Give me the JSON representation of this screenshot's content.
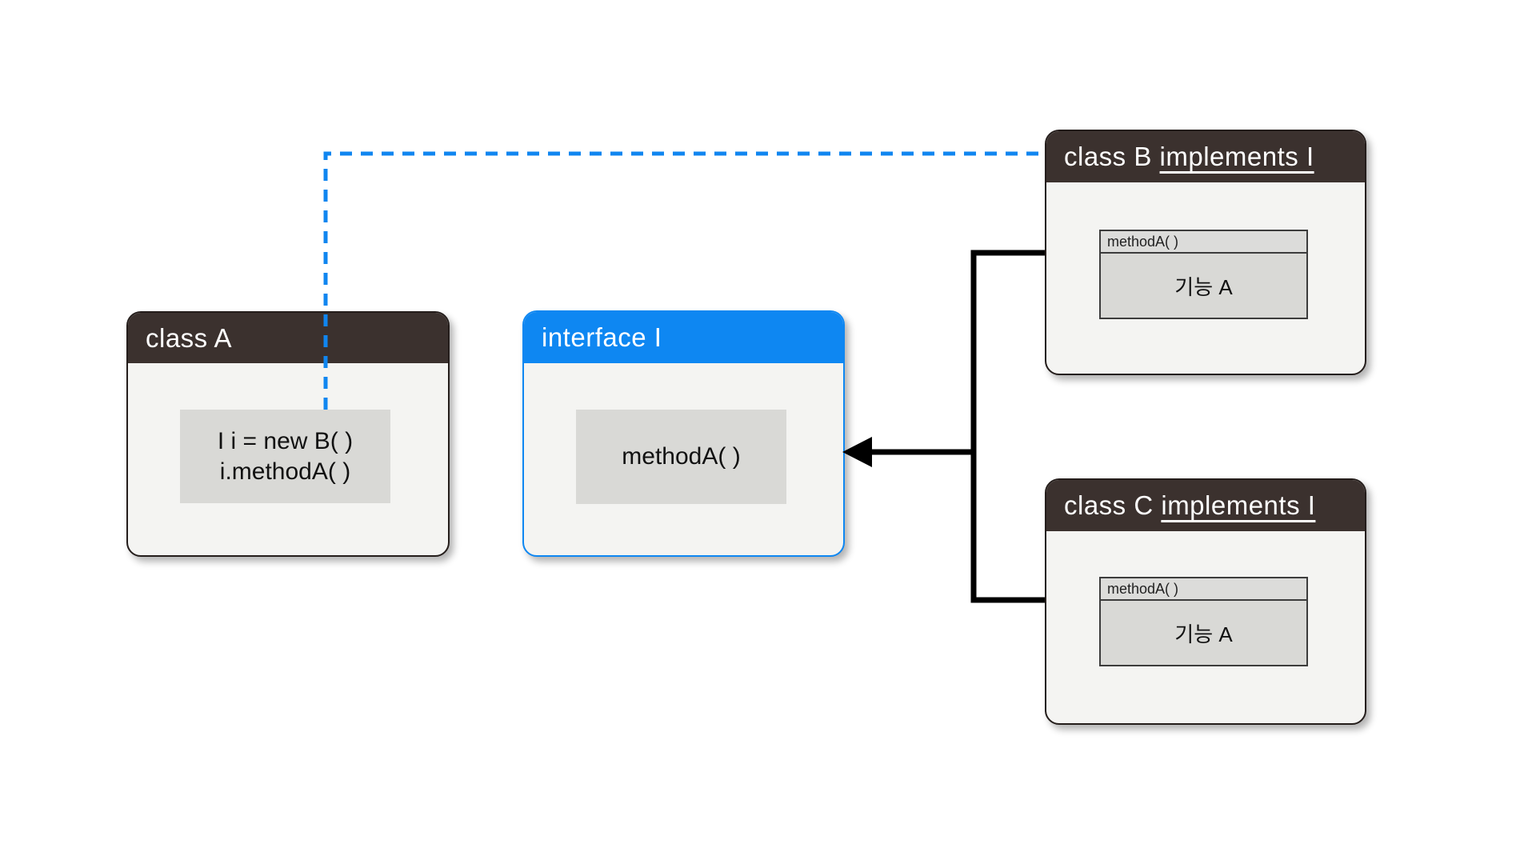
{
  "diagram": {
    "class_a": {
      "title": "class A",
      "code_lines": [
        "I i = new B( )",
        "i.methodA( )"
      ]
    },
    "interface_i": {
      "title": "interface I",
      "method": "methodA( )"
    },
    "class_b": {
      "title_prefix": "class B ",
      "title_implements": "implements I",
      "method_label": "methodA( )",
      "method_impl": "기능 A"
    },
    "class_c": {
      "title_prefix": "class C ",
      "title_implements": "implements I",
      "method_label": "methodA( )",
      "method_impl": "기능 A"
    }
  },
  "colors": {
    "class_header_bg": "#3b312e",
    "interface_header_bg": "#0e87f2",
    "node_body_bg": "#f4f4f2",
    "inner_box_bg": "#d9d9d6",
    "dependency_line": "#1086f0",
    "realization_line": "#000000"
  }
}
